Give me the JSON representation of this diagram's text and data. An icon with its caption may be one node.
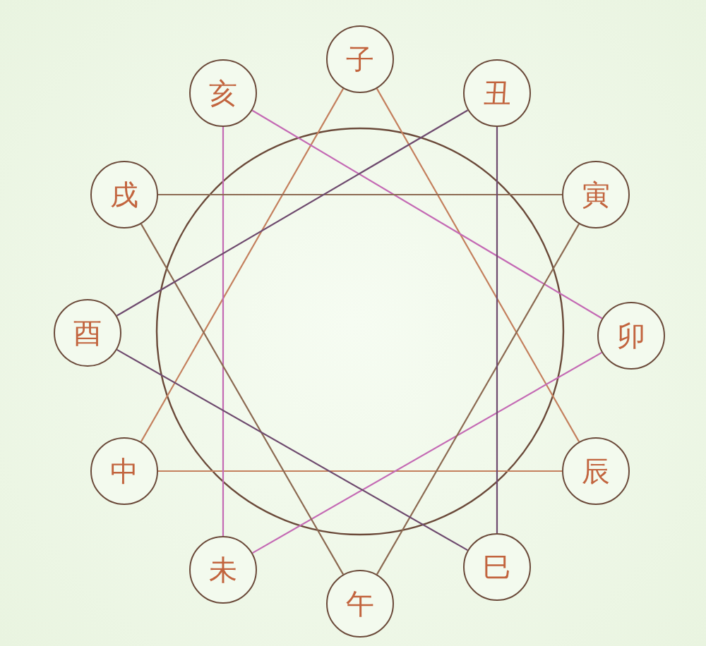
{
  "diagram": {
    "nodes": [
      {
        "text": [
          "子"
        ]
      },
      {
        "text": [
          "丑"
        ]
      },
      {
        "text": [
          "寅"
        ]
      },
      {
        "text": [
          "卯"
        ]
      },
      {
        "text": [
          "辰"
        ]
      },
      {
        "text": [
          "巳"
        ]
      },
      {
        "text": [
          "午"
        ]
      },
      {
        "text": [
          "未"
        ]
      },
      {
        "text": [
          "中"
        ]
      },
      {
        "text": [
          "酉"
        ]
      },
      {
        "text": [
          "戌"
        ]
      },
      {
        "text": [
          "亥"
        ]
      }
    ],
    "edges": [
      {
        "from": 8,
        "to": 0,
        "arrow": "none",
        "color": "#c4805e"
      },
      {
        "from": 0,
        "to": 4,
        "arrow": "none",
        "color": "#c4805e"
      },
      {
        "from": 8,
        "to": 4,
        "arrow": "none",
        "color": "#c4805e"
      },
      {
        "from": 11,
        "to": 3,
        "arrow": "none",
        "color": "#c46ab4"
      },
      {
        "from": 11,
        "to": 7,
        "arrow": "none",
        "color": "#c46ab4"
      },
      {
        "from": 7,
        "to": 3,
        "arrow": "none",
        "color": "#c46ab4"
      },
      {
        "from": 10,
        "to": 2,
        "arrow": "none",
        "color": "#8c6a52"
      },
      {
        "from": 10,
        "to": 6,
        "arrow": "none",
        "color": "#8c6a52"
      },
      {
        "from": 2,
        "to": 6,
        "arrow": "none",
        "color": "#8c6a52"
      },
      {
        "from": 1,
        "to": 5,
        "arrow": "none",
        "color": "#6e4a6e"
      },
      {
        "from": 1,
        "to": 9,
        "arrow": "none",
        "color": "#6e4a6e"
      },
      {
        "from": 9,
        "to": 5,
        "arrow": "none",
        "color": "#6e4a6e"
      }
    ]
  }
}
